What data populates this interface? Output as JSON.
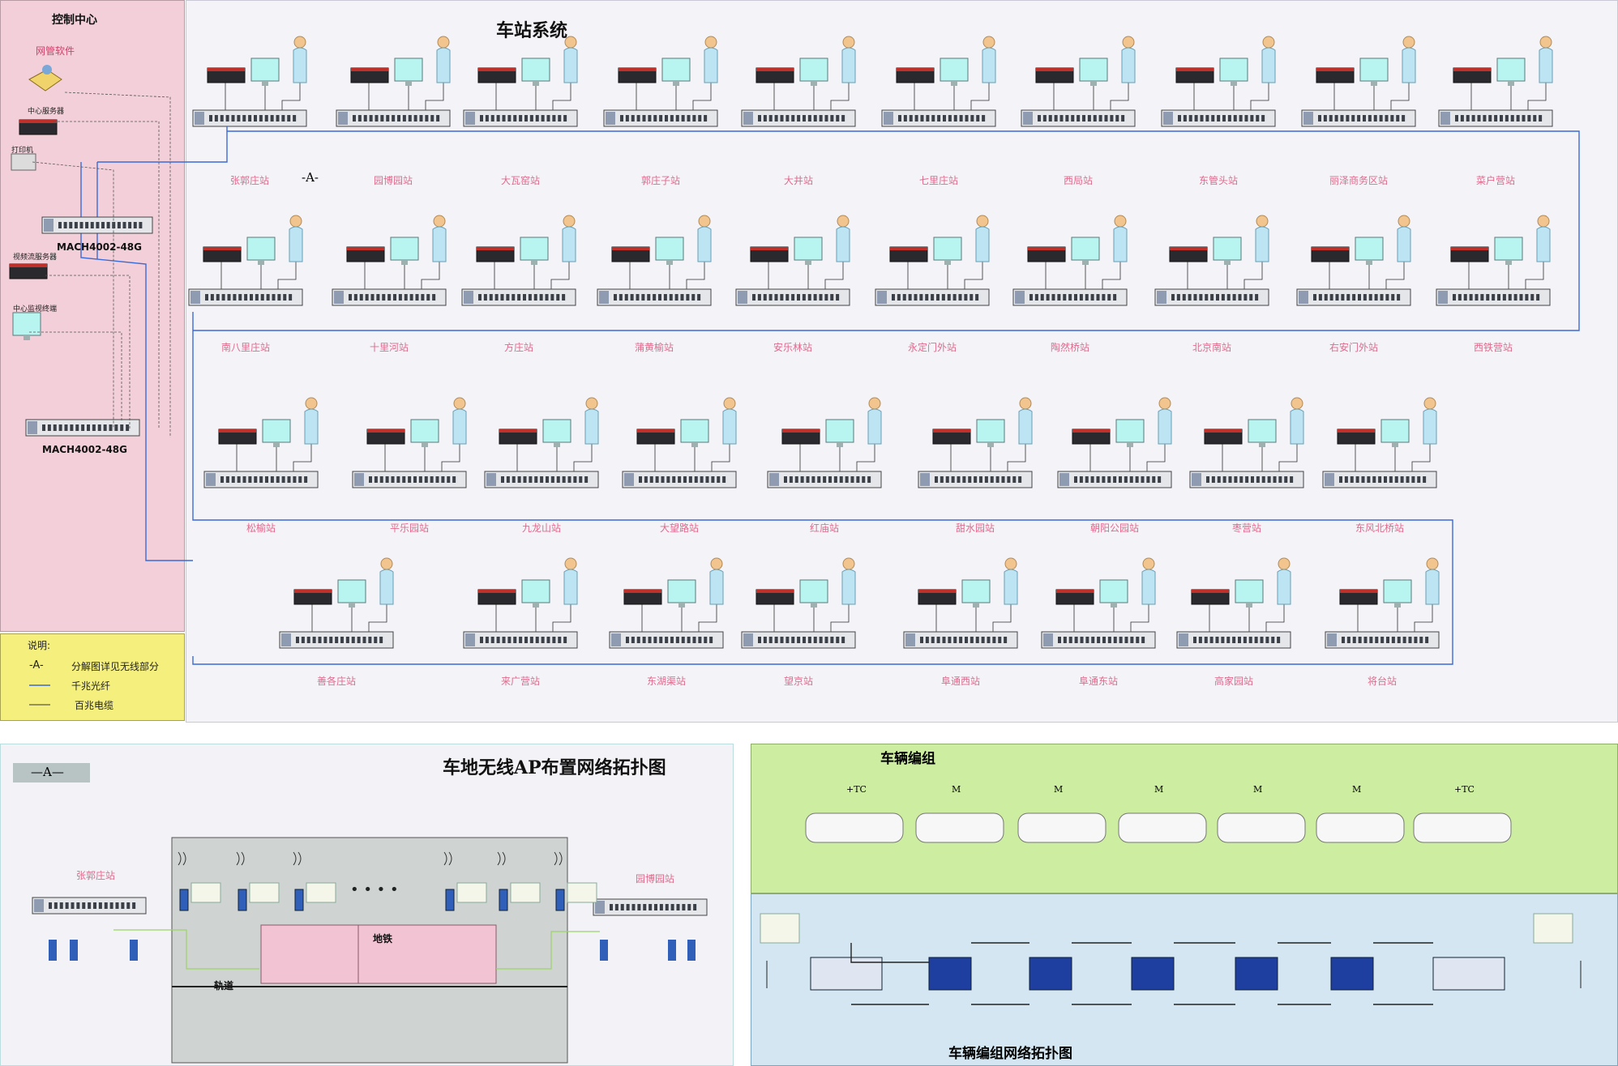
{
  "control_center": {
    "title": "控制中心",
    "nms_software": "网管软件",
    "center_server": "中心服务器",
    "printer": "打印机",
    "switch1": "MACH4002-48G",
    "video_server": "视频流服务器",
    "monitor_terminal": "中心监视终端",
    "switch2": "MACH4002-48G"
  },
  "legend": {
    "title": "说明:",
    "items": [
      {
        "symbol": "-A-",
        "text": "分解图详见无线部分"
      },
      {
        "symbol": "",
        "text": "千兆光纤"
      },
      {
        "symbol": "",
        "text": "百兆电缆"
      }
    ]
  },
  "station_system": {
    "title": "车站系统",
    "marker": "-A-",
    "rows": [
      [
        "张郭庄站",
        "园博园站",
        "大瓦窑站",
        "郭庄子站",
        "大井站",
        "七里庄站",
        "西局站",
        "东管头站",
        "丽泽商务区站",
        "菜户营站"
      ],
      [
        "南八里庄站",
        "十里河站",
        "方庄站",
        "蒲黄榆站",
        "安乐林站",
        "永定门外站",
        "陶然桥站",
        "北京南站",
        "右安门外站",
        "西铁营站"
      ],
      [
        "松榆站",
        "平乐园站",
        "九龙山站",
        "大望路站",
        "红庙站",
        "甜水园站",
        "朝阳公园站",
        "枣营站",
        "东风北桥站"
      ],
      [
        "善各庄站",
        "来广营站",
        "东湖渠站",
        "望京站",
        "阜通西站",
        "阜通东站",
        "高家园站",
        "将台站"
      ]
    ]
  },
  "wireless": {
    "marker": "—A—",
    "title": "车地无线AP布置网络拓扑图",
    "left_station": "张郭庄站",
    "right_station": "园博园站",
    "train_label": "地铁",
    "track_label": "轨道"
  },
  "train": {
    "title": "车辆编组",
    "cars": [
      "+TC",
      "M",
      "M",
      "M",
      "M",
      "M",
      "+TC"
    ],
    "net_title": "车辆编组网络拓扑图"
  },
  "colors": {
    "fiber": "#3a6bd8",
    "cable": "#333333",
    "station_label": "#e06a8c"
  }
}
